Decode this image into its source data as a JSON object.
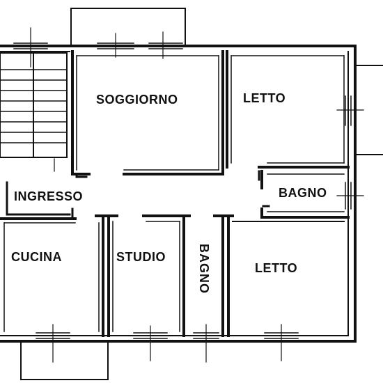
{
  "plan": {
    "rooms": {
      "soggiorno": "SOGGIORNO",
      "letto_top": "LETTO",
      "ingresso": "INGRESSO",
      "bagno_right": "BAGNO",
      "cucina": "CUCINA",
      "studio": "STUDIO",
      "bagno_mid": "BAGNO",
      "letto_bottom": "LETTO"
    },
    "colors": {
      "line": "#111111",
      "background": "#ffffff"
    }
  }
}
